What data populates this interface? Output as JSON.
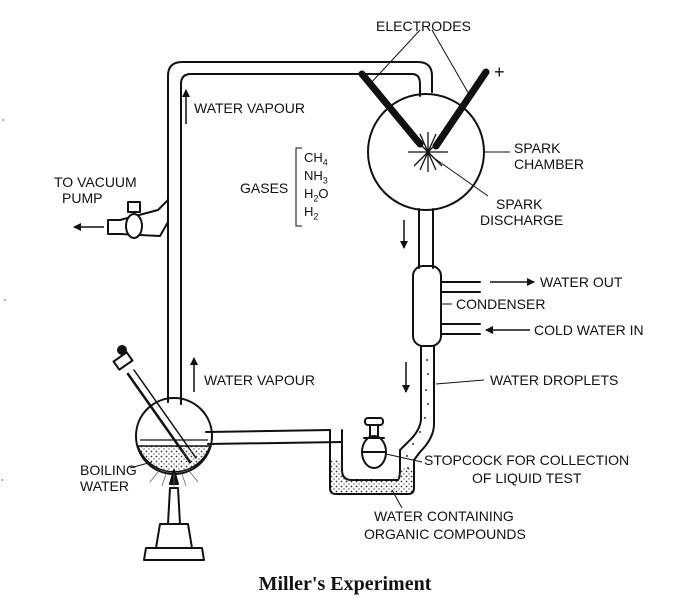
{
  "labels": {
    "electrodes": "ELECTRODES",
    "plus": "+",
    "water_vapour_top": "WATER VAPOUR",
    "to_vacuum_pump_1": "TO VACUUM",
    "to_vacuum_pump_2": "PUMP",
    "gases": "GASES",
    "spark_chamber_1": "SPARK",
    "spark_chamber_2": "CHAMBER",
    "spark_discharge_1": "SPARK",
    "spark_discharge_2": "DISCHARGE",
    "water_out": "WATER OUT",
    "condenser": "CONDENSER",
    "cold_water_in": "COLD WATER IN",
    "water_vapour_bottom": "WATER VAPOUR",
    "water_droplets": "WATER DROPLETS",
    "stopcock_1": "STOPCOCK FOR COLLECTION",
    "stopcock_2": "OF LIQUID TEST",
    "boiling_1": "BOILING",
    "boiling_2": "WATER",
    "organic_1": "WATER CONTAINING",
    "organic_2": "ORGANIC COMPOUNDS"
  },
  "gases": [
    {
      "symbol": "CH",
      "sub": "4",
      "tail": ""
    },
    {
      "symbol": "NH",
      "sub": "3",
      "tail": ""
    },
    {
      "symbol": "H",
      "sub": "2",
      "tail": "O"
    },
    {
      "symbol": "H",
      "sub": "2",
      "tail": ""
    }
  ],
  "caption": "Miller's Experiment",
  "colors": {
    "ink": "#111111",
    "background": "#ffffff"
  }
}
